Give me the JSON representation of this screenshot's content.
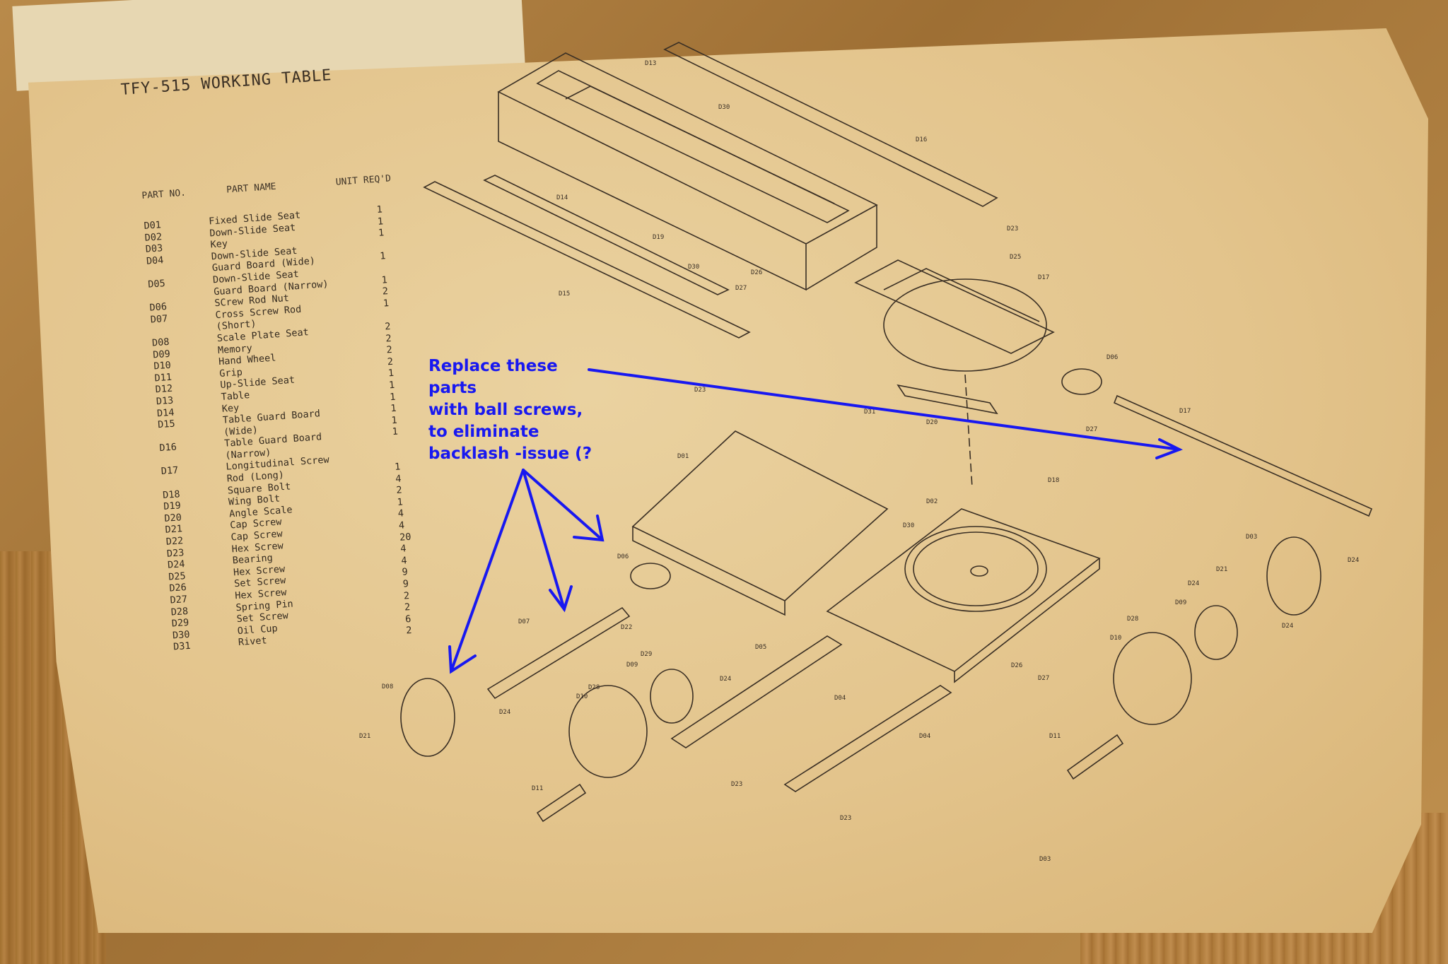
{
  "title": "TFY-515 WORKING TABLE",
  "table": {
    "headers": {
      "part_no": "PART NO.",
      "part_name": "PART NAME",
      "unit_req": "UNIT REQ'D"
    },
    "rows": [
      {
        "no": "D01",
        "name": "Fixed Slide Seat",
        "qty": "1"
      },
      {
        "no": "D02",
        "name": "Down-Slide Seat",
        "qty": "1"
      },
      {
        "no": "D03",
        "name": "Key",
        "qty": "1"
      },
      {
        "no": "D04",
        "name": "Down-Slide Seat",
        "qty": ""
      },
      {
        "no": "",
        "name": "Guard Board (Wide)",
        "qty": "1"
      },
      {
        "no": "D05",
        "name": "Down-Slide Seat",
        "qty": ""
      },
      {
        "no": "",
        "name": "Guard Board (Narrow)",
        "qty": "1"
      },
      {
        "no": "D06",
        "name": "SCrew Rod Nut",
        "qty": "2"
      },
      {
        "no": "D07",
        "name": "Cross Screw Rod",
        "qty": "1"
      },
      {
        "no": "",
        "name": "(Short)",
        "qty": ""
      },
      {
        "no": "D08",
        "name": "Scale Plate Seat",
        "qty": "2"
      },
      {
        "no": "D09",
        "name": "Memory",
        "qty": "2"
      },
      {
        "no": "D10",
        "name": "Hand Wheel",
        "qty": "2"
      },
      {
        "no": "D11",
        "name": "Grip",
        "qty": "2"
      },
      {
        "no": "D12",
        "name": "Up-Slide Seat",
        "qty": "1"
      },
      {
        "no": "D13",
        "name": "Table",
        "qty": "1"
      },
      {
        "no": "D14",
        "name": "Key",
        "qty": "1"
      },
      {
        "no": "D15",
        "name": "Table Guard Board",
        "qty": "1"
      },
      {
        "no": "",
        "name": "(Wide)",
        "qty": "1"
      },
      {
        "no": "D16",
        "name": "Table Guard Board",
        "qty": "1"
      },
      {
        "no": "",
        "name": "(Narrow)",
        "qty": ""
      },
      {
        "no": "D17",
        "name": "Longitudinal Screw",
        "qty": ""
      },
      {
        "no": "",
        "name": "Rod (Long)",
        "qty": "1"
      },
      {
        "no": "D18",
        "name": "Square Bolt",
        "qty": "4"
      },
      {
        "no": "D19",
        "name": "Wing Bolt",
        "qty": "2"
      },
      {
        "no": "D20",
        "name": "Angle Scale",
        "qty": "1"
      },
      {
        "no": "D21",
        "name": "Cap Screw",
        "qty": "4"
      },
      {
        "no": "D22",
        "name": "Cap Screw",
        "qty": "4"
      },
      {
        "no": "D23",
        "name": "Hex Screw",
        "qty": "20"
      },
      {
        "no": "D24",
        "name": "Bearing",
        "qty": "4"
      },
      {
        "no": "D25",
        "name": "Hex Screw",
        "qty": "4"
      },
      {
        "no": "D26",
        "name": "Set Screw",
        "qty": "9"
      },
      {
        "no": "D27",
        "name": "Hex Screw",
        "qty": "9"
      },
      {
        "no": "D28",
        "name": "Spring Pin",
        "qty": "2"
      },
      {
        "no": "D29",
        "name": "Set Screw",
        "qty": "2"
      },
      {
        "no": "D30",
        "name": "Oil Cup",
        "qty": "6"
      },
      {
        "no": "D31",
        "name": "Rivet",
        "qty": "2"
      }
    ]
  },
  "annotation": {
    "lines": [
      "Replace these",
      "parts",
      "with ball screws,",
      "to eliminate",
      "backlash -issue (?"
    ],
    "color": "#1818f0"
  },
  "diagram_labels": {
    "d13": "D13",
    "d30a": "D30",
    "d16": "D16",
    "d14": "D14",
    "d19": "D19",
    "d30b": "D30",
    "d26": "D26",
    "d27a": "D27",
    "d15": "D15",
    "d23a": "D23",
    "d25": "D25",
    "d17a": "D17",
    "d06a": "D06",
    "d17b": "D17",
    "d27b": "D27",
    "d23b": "D23",
    "d31": "D31",
    "d20": "D20",
    "d01": "D01",
    "d18": "D18",
    "d02": "D02",
    "d30c": "D30",
    "d03": "D03",
    "d24a": "D24",
    "d21a": "D21",
    "d24b": "D24",
    "d09a": "D09",
    "d24c": "D24",
    "d28a": "D28",
    "d10a": "D10",
    "d11a": "D11",
    "d06b": "D06",
    "d22": "D22",
    "d07": "D07",
    "d08": "D08",
    "d21b": "D21",
    "d24d": "D24",
    "d29": "D29",
    "d09b": "D09",
    "d24e": "D24",
    "d28b": "D28",
    "d10b": "D10",
    "d11b": "D11",
    "d05": "D05",
    "d04a": "D04",
    "d04b": "D04",
    "d23c": "D23",
    "d23d": "D23",
    "d26b": "D26",
    "d27c": "D27",
    "d03b": "D03"
  }
}
